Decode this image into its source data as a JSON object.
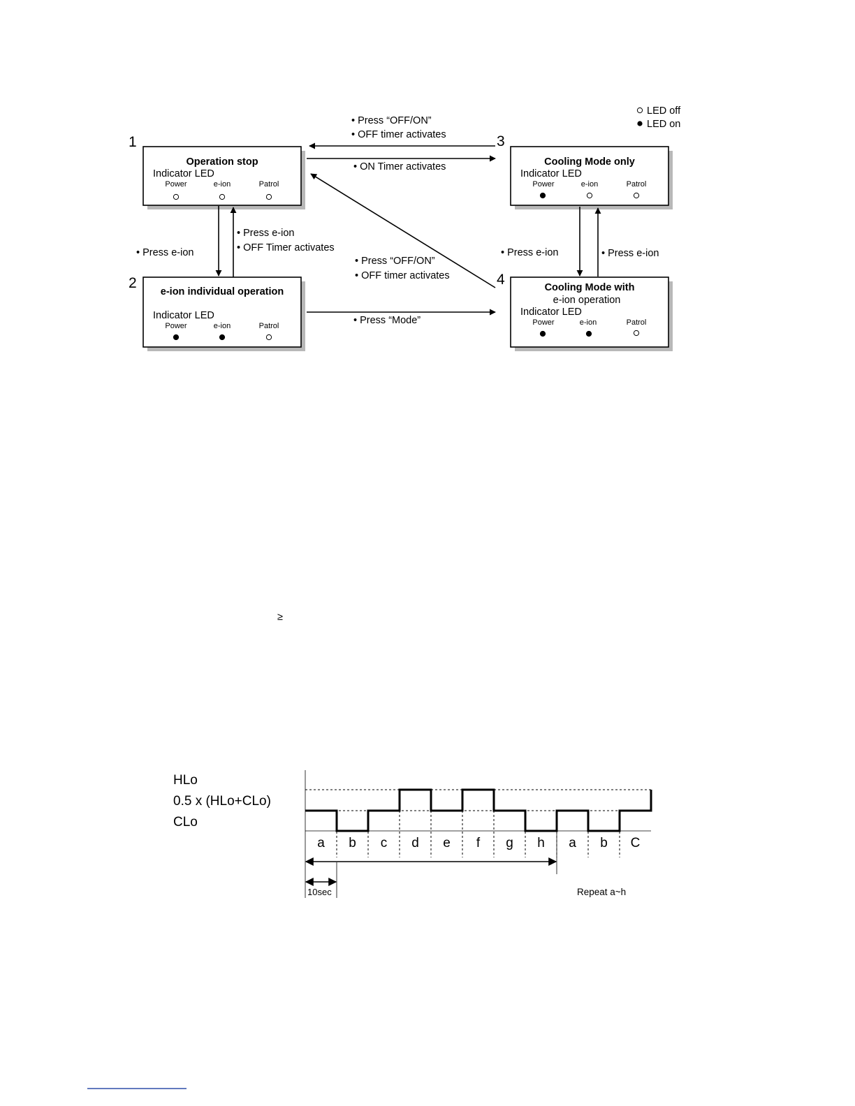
{
  "legend": {
    "off": "LED off",
    "on": "LED on"
  },
  "states": [
    {
      "number": "1",
      "title": "Operation stop",
      "subtitle": "",
      "indicator_label": "Indicator LED",
      "leds": [
        {
          "label": "Power",
          "on": false
        },
        {
          "label": "e-ion",
          "on": false
        },
        {
          "label": "Patrol",
          "on": false
        }
      ]
    },
    {
      "number": "2",
      "title": "e-ion individual operation",
      "subtitle": "",
      "indicator_label": "Indicator LED",
      "leds": [
        {
          "label": "Power",
          "on": true
        },
        {
          "label": "e-ion",
          "on": true
        },
        {
          "label": "Patrol",
          "on": false
        }
      ]
    },
    {
      "number": "3",
      "title": "Cooling Mode only",
      "subtitle": "",
      "indicator_label": "Indicator LED",
      "leds": [
        {
          "label": "Power",
          "on": true
        },
        {
          "label": "e-ion",
          "on": false
        },
        {
          "label": "Patrol",
          "on": false
        }
      ]
    },
    {
      "number": "4",
      "title": "Cooling Mode with",
      "subtitle": "e-ion operation",
      "indicator_label": "Indicator LED",
      "leds": [
        {
          "label": "Power",
          "on": true
        },
        {
          "label": "e-ion",
          "on": true
        },
        {
          "label": "Patrol",
          "on": false
        }
      ]
    }
  ],
  "transitions": {
    "t3_to_1": [
      "Press “OFF/ON”",
      "OFF timer activates"
    ],
    "t1_to_3": [
      "ON Timer activates"
    ],
    "t1_to_2": [
      "Press e-ion"
    ],
    "t2_to_1": [
      "Press e-ion",
      "OFF Timer activates"
    ],
    "t4_to_1": [
      "Press “OFF/ON”",
      "OFF timer activates"
    ],
    "t2_to_4": [
      "Press “Mode”"
    ],
    "t3_to_4": [
      "Press e-ion"
    ],
    "t4_to_3": [
      "Press e-ion"
    ]
  },
  "symbol": "≥",
  "timing": {
    "levels": [
      "HLo",
      "0.5 x (HLo+CLo)",
      "CLo"
    ],
    "segments": [
      "a",
      "b",
      "c",
      "d",
      "e",
      "f",
      "g",
      "h",
      "a",
      "b",
      "C"
    ],
    "segment_levels": [
      "low",
      "lowest",
      "low",
      "high",
      "low",
      "high",
      "low",
      "lowest",
      "low",
      "lowest",
      "low"
    ],
    "interval_label": "10sec",
    "repeat_label": "Repeat a~h"
  }
}
